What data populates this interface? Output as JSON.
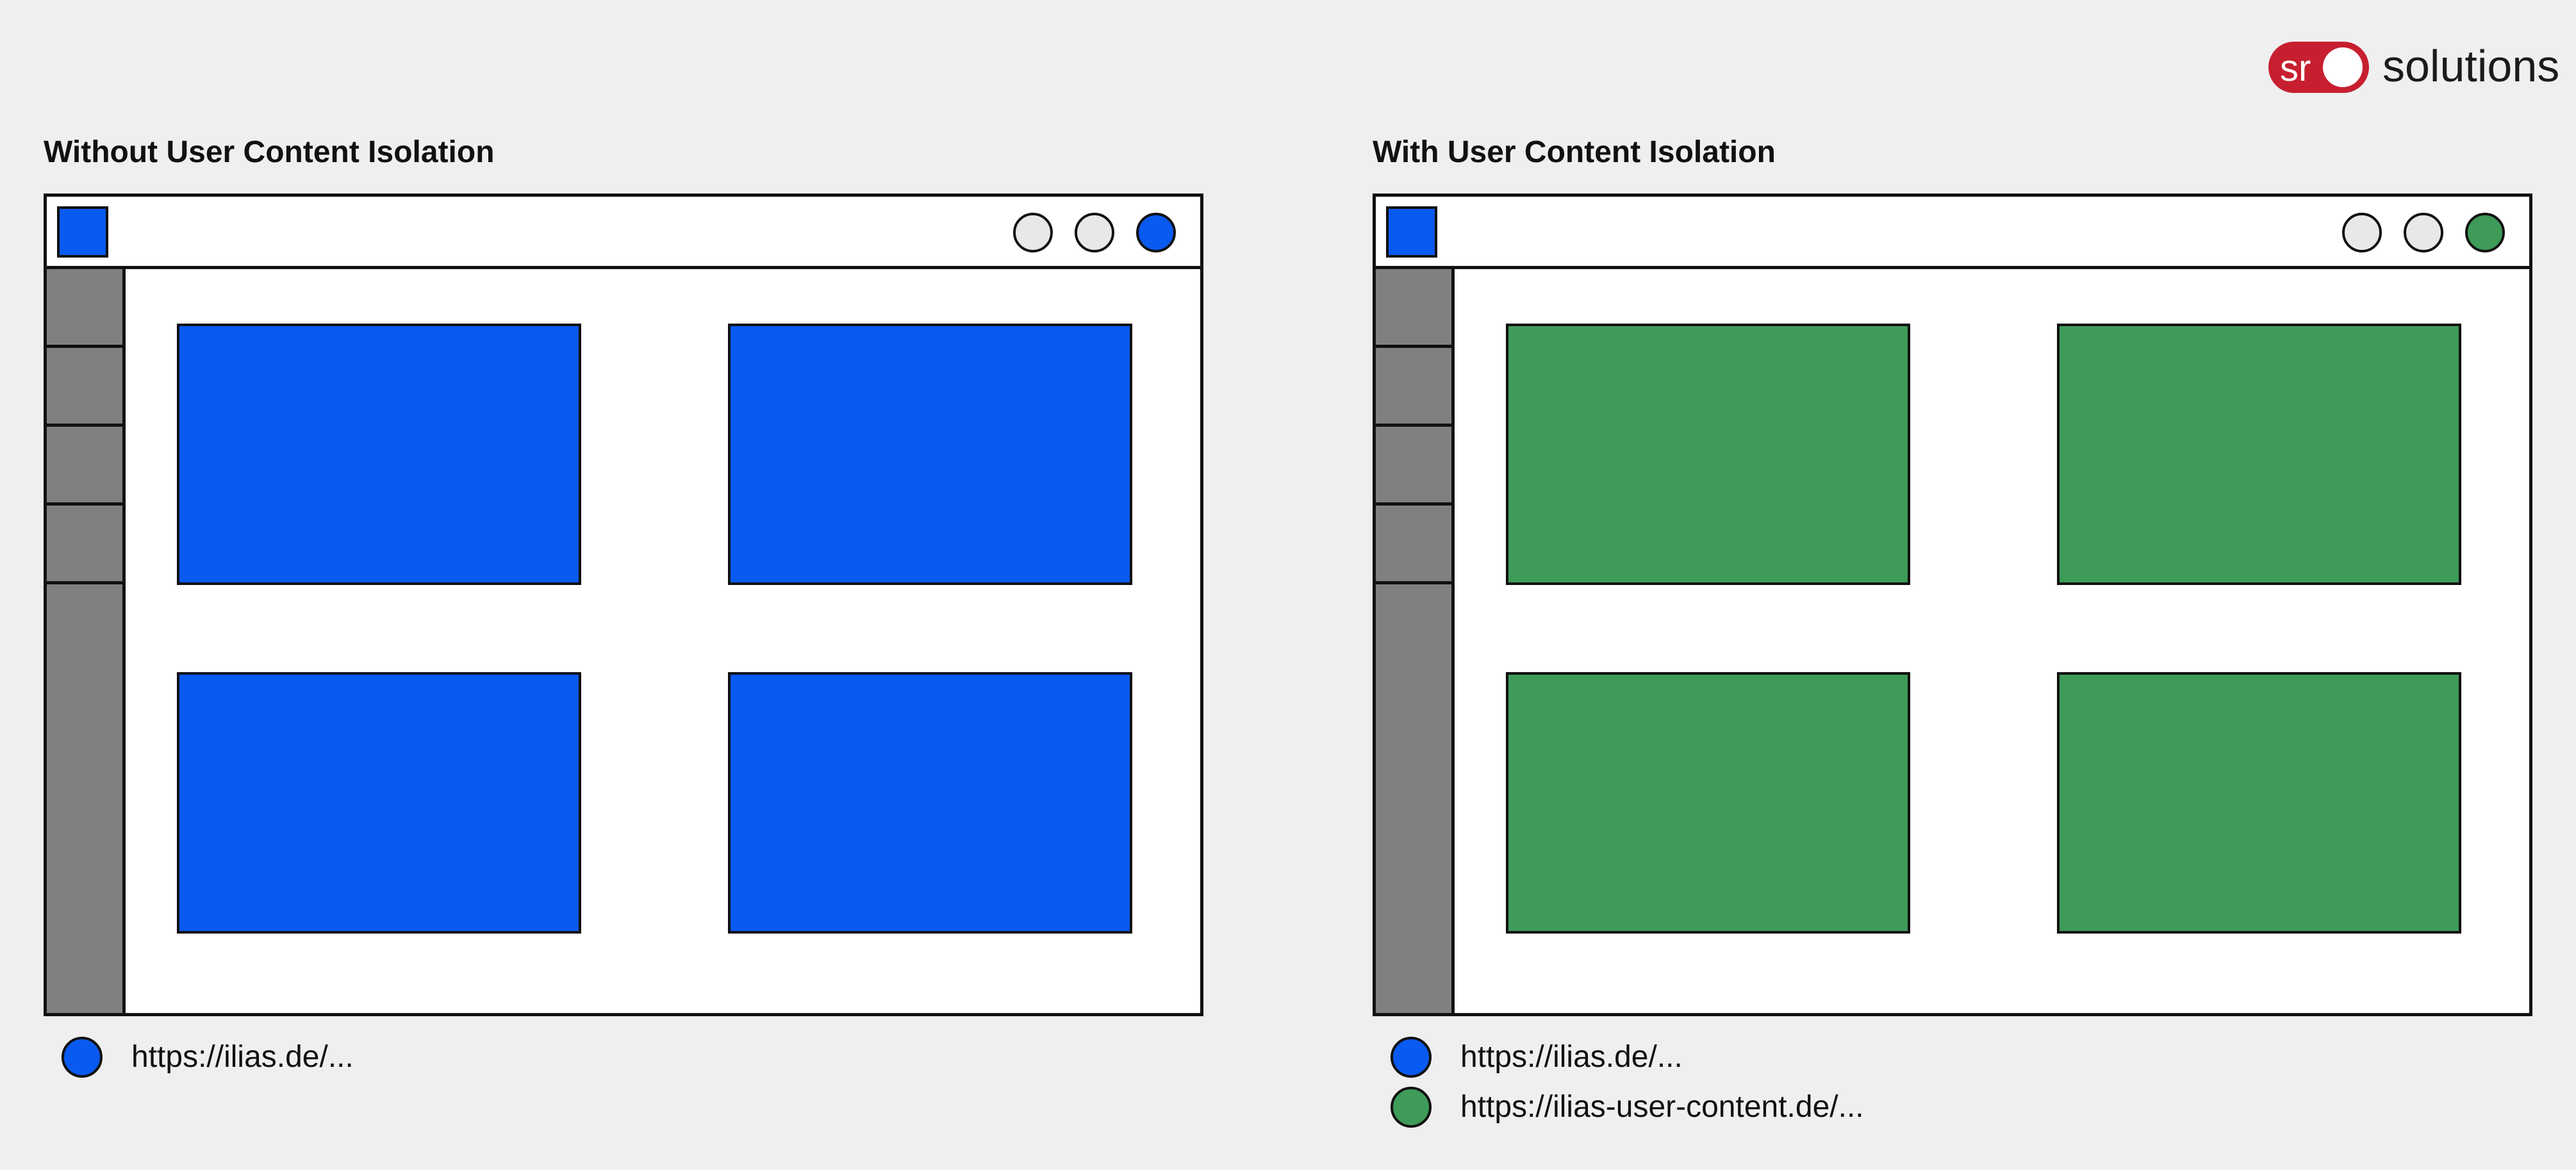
{
  "logo": {
    "mark_text": "sr",
    "word": "solutions",
    "color": "#c71f2f"
  },
  "colors": {
    "background": "#efefef",
    "blue": "#095af0",
    "green": "#3e9b58",
    "sidebar_gray": "#808080",
    "control_light": "#e8e8e8",
    "outline": "#111111"
  },
  "panels": [
    {
      "title": "Without User Content Isolation",
      "content_color": "#095af0",
      "active_control_color": "#095af0",
      "legend": [
        {
          "dot_color": "#095af0",
          "label": "https://ilias.de/..."
        }
      ]
    },
    {
      "title": "With User Content Isolation",
      "content_color": "#3e9b58",
      "active_control_color": "#3e9b58",
      "legend": [
        {
          "dot_color": "#095af0",
          "label": "https://ilias.de/..."
        },
        {
          "dot_color": "#3e9b58",
          "label": "https://ilias-user-content.de/..."
        }
      ]
    }
  ]
}
